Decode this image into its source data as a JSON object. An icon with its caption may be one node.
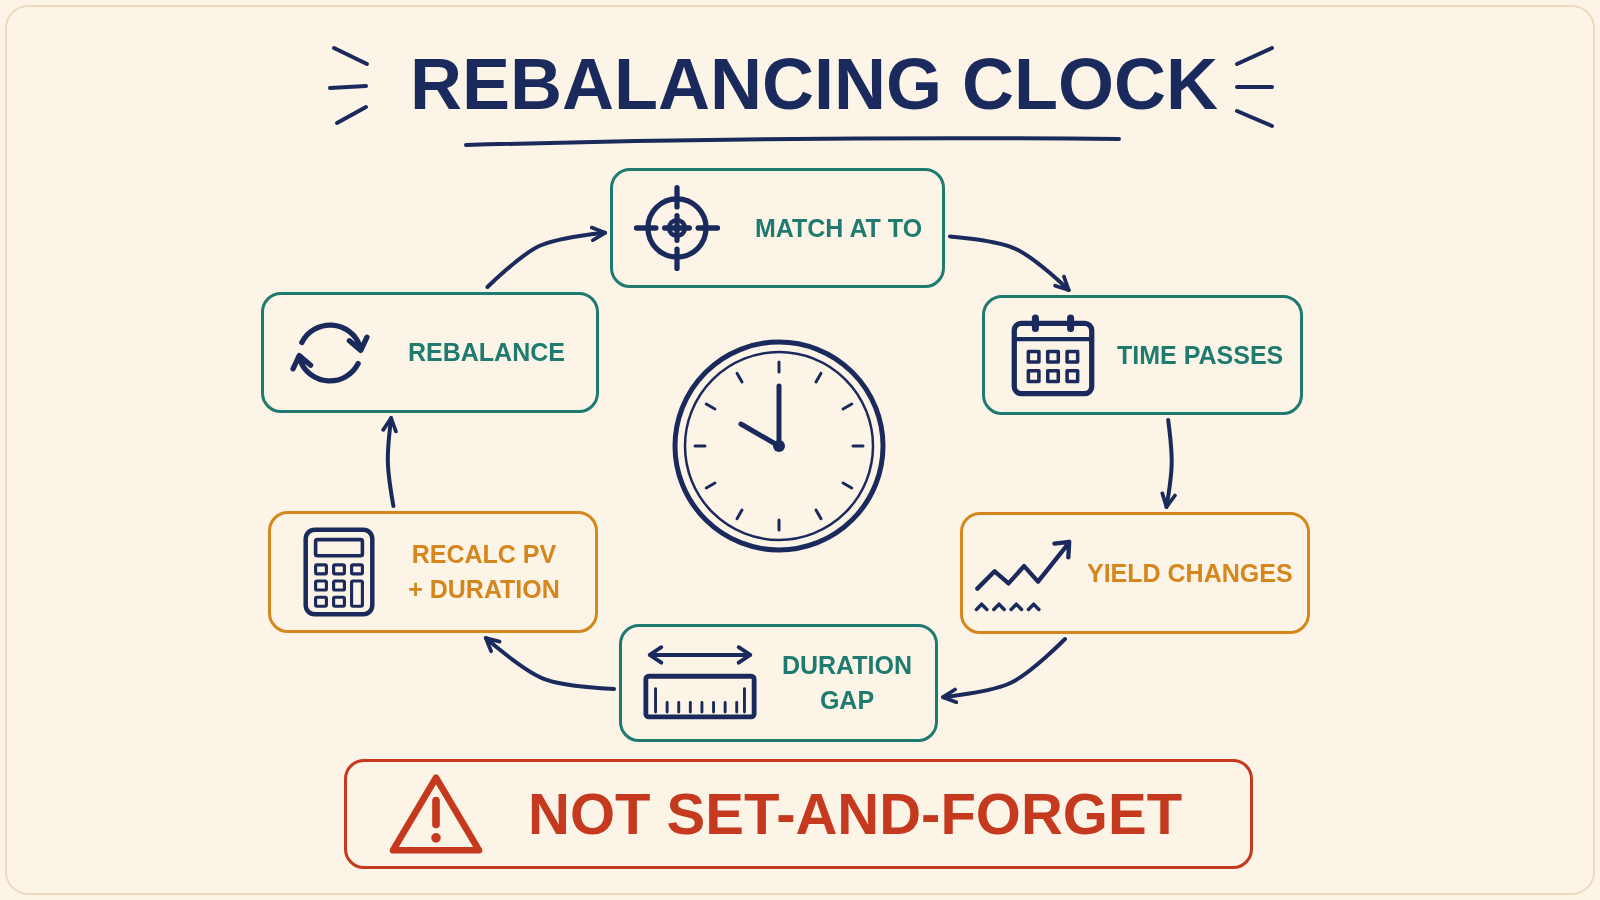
{
  "diagram": {
    "title": "REBALANCING CLOCK",
    "nodes": [
      {
        "text": [
          "MATCH AT TO"
        ]
      },
      {
        "text": [
          "TIME PASSES"
        ]
      },
      {
        "text": [
          "YIELD CHANGES"
        ]
      },
      {
        "text": [
          "DURATION GAP"
        ]
      },
      {
        "text": [
          "RECALC PV + DURATION"
        ]
      },
      {
        "text": [
          "REBALANCE"
        ]
      },
      {
        "text": [
          "NOT SET-AND-FORGET"
        ]
      }
    ],
    "edges": [
      {
        "from": 0,
        "to": 1,
        "arrow": "to"
      },
      {
        "from": 1,
        "to": 2,
        "arrow": "to"
      },
      {
        "from": 2,
        "to": 3,
        "arrow": "to"
      },
      {
        "from": 3,
        "to": 4,
        "arrow": "to"
      },
      {
        "from": 4,
        "to": 5,
        "arrow": "to"
      },
      {
        "from": 5,
        "to": 0,
        "arrow": "to"
      }
    ]
  }
}
